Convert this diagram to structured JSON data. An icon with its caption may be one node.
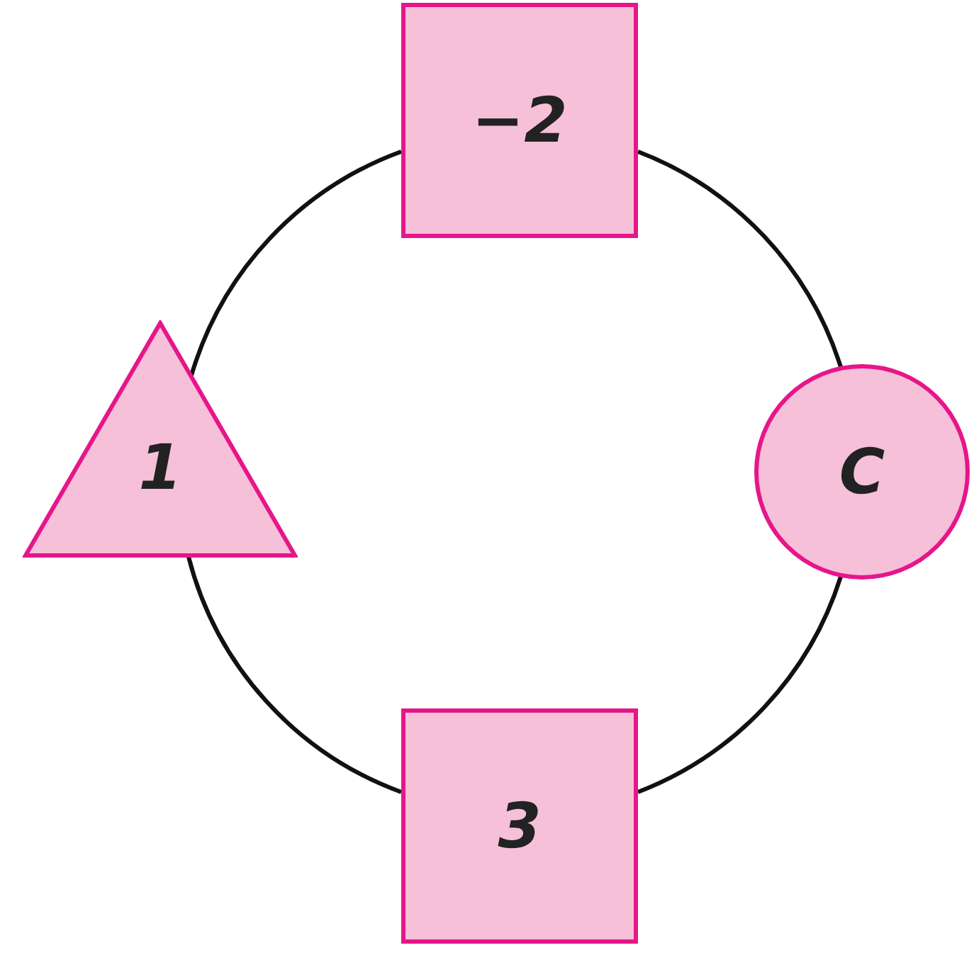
{
  "diagram": {
    "nodes": [
      {
        "text": [
          "−2"
        ]
      },
      {
        "text": [
          "1"
        ]
      },
      {
        "text": [
          "C"
        ]
      },
      {
        "text": [
          "3"
        ]
      }
    ],
    "edges": [
      {
        "from": 0,
        "to": 2,
        "arrow": "none"
      },
      {
        "from": 2,
        "to": 3,
        "arrow": "none"
      },
      {
        "from": 3,
        "to": 1,
        "arrow": "none"
      },
      {
        "from": 1,
        "to": 0,
        "arrow": "none"
      }
    ]
  }
}
